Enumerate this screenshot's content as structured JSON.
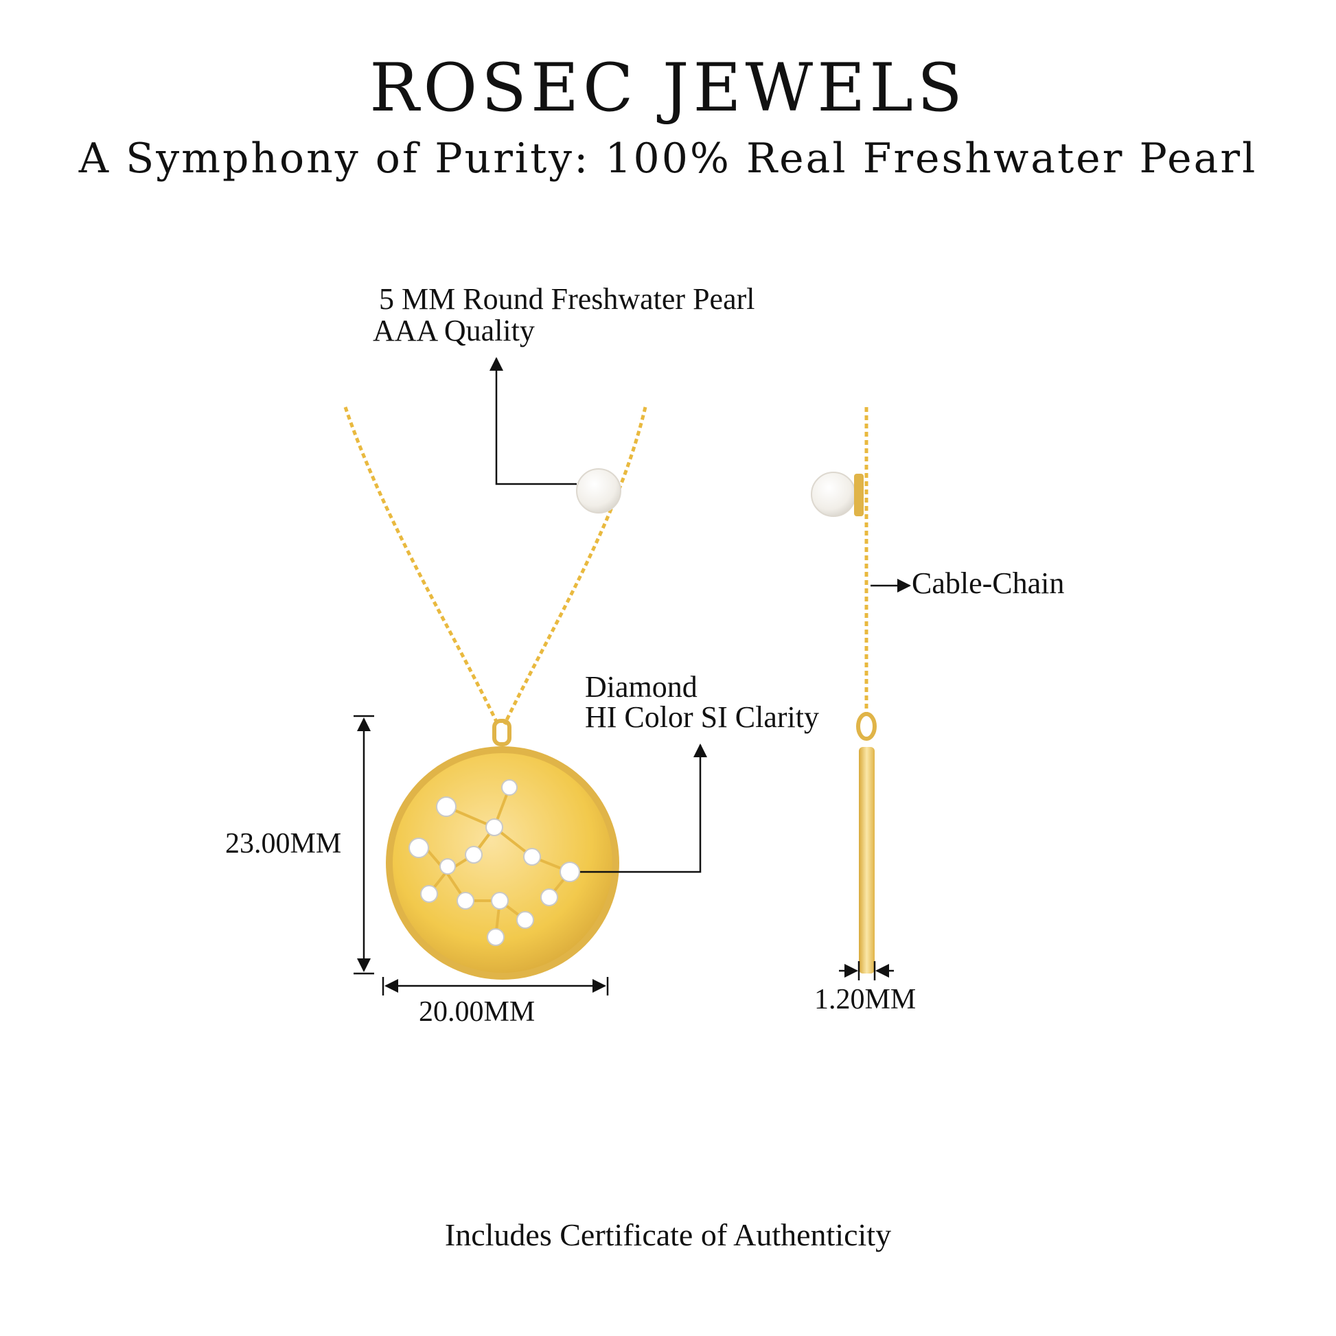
{
  "header": {
    "brand": "ROSEC JEWELS",
    "tagline": "A Symphony of Purity: 100% Real Freshwater Pearl"
  },
  "callouts": {
    "pearl_line1": "5 MM Round Freshwater Pearl",
    "pearl_line2": "AAA Quality",
    "diamond_line1": "Diamond",
    "diamond_line2": "HI Color SI Clarity",
    "chain": "Cable-Chain"
  },
  "dimensions": {
    "height": "23.00MM",
    "width": "20.00MM",
    "thickness": "1.20MM"
  },
  "footer": {
    "note": "Includes Certificate of Authenticity"
  },
  "colors": {
    "gold": "#F2C94C",
    "gold_dark": "#D9A93A",
    "gold_light": "#FBE7A8",
    "pearl": "#F6F3EE",
    "line": "#111111"
  }
}
